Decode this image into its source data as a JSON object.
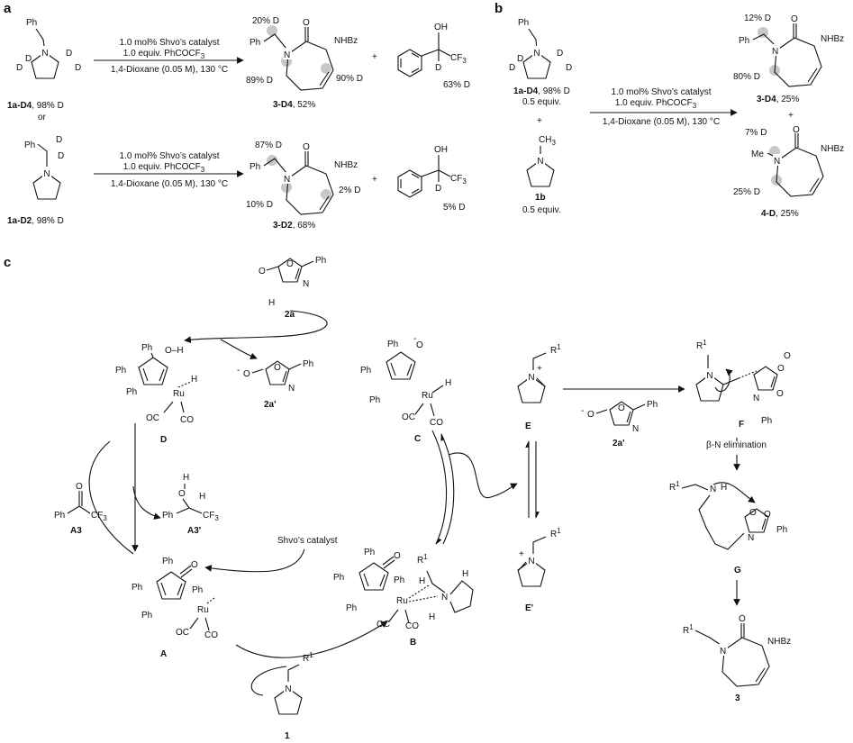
{
  "panels": {
    "a": "a",
    "b": "b",
    "c": "c"
  },
  "atoms": {
    "Ph": "Ph",
    "N": "N",
    "O": "O",
    "D": "D",
    "H": "H",
    "OH": "OH",
    "CF3": "CF",
    "CF3_sub": "3",
    "NHBz": "NHBz",
    "Ru": "Ru",
    "CO": "CO",
    "OC": "OC",
    "O_H": "O–H",
    "O_minus": "O",
    "minus": "-",
    "plus_sign": "+",
    "Me": "Me",
    "CH3": "CH",
    "CH3_sub": "3",
    "R1": "R",
    "R1_sup": "1",
    "plus": "+",
    "or": "or"
  },
  "conditions": {
    "line1": "1.0 mol% Shvo’s catalyst",
    "line2_prefix": "1.0 equiv. PhCOCF",
    "line2_sub": "3",
    "line3": "1,4-Dioxane (0.05 M), 130 °C"
  },
  "panel_a": {
    "sm1_label": "1a-D4",
    "sm1_pct": ", 98% D",
    "sm2_label": "1a-D2",
    "sm2_pct": ", 98% D",
    "p1_label": "3-D4",
    "p1_yield": ", 52%",
    "p1_d_top": "20% D",
    "p1_d_bl": "89% D",
    "p1_d_br": "90% D",
    "p1_alc": "63% D",
    "p2_label": "3-D2",
    "p2_yield": ", 68%",
    "p2_d_top": "87% D",
    "p2_d_bl": "10% D",
    "p2_d_br": "2% D",
    "p2_alc": "5% D"
  },
  "panel_b": {
    "sm_label": "1a-D4",
    "sm_pct": ", 98% D",
    "sm_equiv": "0.5 equiv.",
    "sm2_label": "1b",
    "sm2_equiv": "0.5 equiv.",
    "cond1": "1.0 mol% Shvo’s catalyst",
    "cond2_prefix": "1.0 equiv. PhCOCF",
    "cond2_sub": "3",
    "cond3": "1,4-Dioxane (0.05 M), 130 °C",
    "p1_d_top": "12% D",
    "p1_d_bot": "80% D",
    "p1_label": "3-D4",
    "p1_yield": ", 25%",
    "p2_d_top": "7% D",
    "p2_d_bot": "25% D",
    "p2_label": "4-D",
    "p2_yield": ", 25%"
  },
  "panel_c": {
    "labels": {
      "2a": "2a",
      "2a_prime": "2a'",
      "2a_prime_b": "2a'",
      "A": "A",
      "B": "B",
      "C": "C",
      "D": "D",
      "E": "E",
      "E_prime": "E'",
      "F": "F",
      "G": "G",
      "A3": "A3",
      "A3_prime": "A3'",
      "1": "1",
      "3": "3"
    },
    "shvo": "Shvo’s catalyst",
    "beta_n": "β-N elimination"
  }
}
